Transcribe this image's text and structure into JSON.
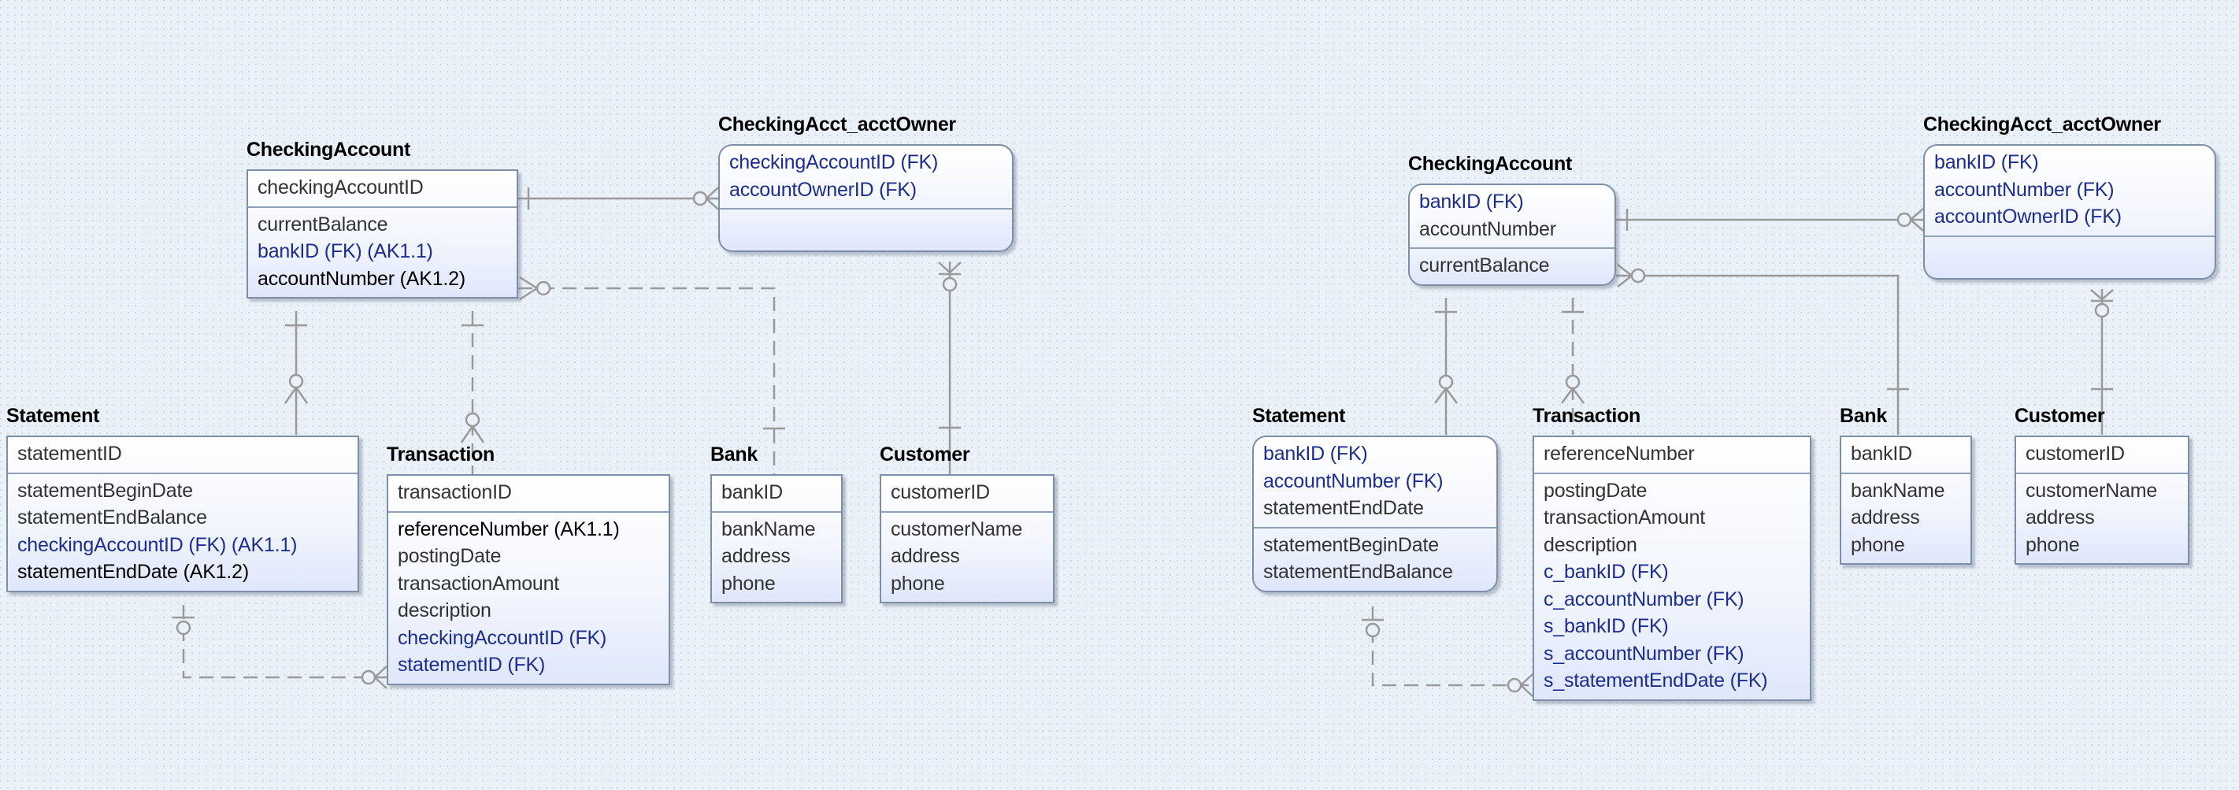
{
  "colors": {
    "background": "#eaf1f8",
    "fk_text": "#1c2d92",
    "line": "#9a9a9a",
    "border": "#7d8ea8"
  },
  "left_model": {
    "checking_account": {
      "title": "CheckingAccount",
      "key": [
        "checkingAccountID"
      ],
      "attrs": [
        "currentBalance",
        "bankID (FK) (AK1.1)",
        "accountNumber (AK1.2)"
      ]
    },
    "checking_acct_owner": {
      "title": "CheckingAcct_acctOwner",
      "key": [
        "checkingAccountID (FK)",
        "accountOwnerID (FK)"
      ],
      "attrs": []
    },
    "statement": {
      "title": "Statement",
      "key": [
        "statementID"
      ],
      "attrs": [
        "statementBeginDate",
        "statementEndBalance",
        "checkingAccountID (FK) (AK1.1)",
        "statementEndDate (AK1.2)"
      ]
    },
    "transaction": {
      "title": "Transaction",
      "key": [
        "transactionID"
      ],
      "attrs": [
        "referenceNumber (AK1.1)",
        "postingDate",
        "transactionAmount",
        "description",
        "checkingAccountID (FK)",
        "statementID (FK)"
      ]
    },
    "bank": {
      "title": "Bank",
      "key": [
        "bankID"
      ],
      "attrs": [
        "bankName",
        "address",
        "phone"
      ]
    },
    "customer": {
      "title": "Customer",
      "key": [
        "customerID"
      ],
      "attrs": [
        "customerName",
        "address",
        "phone"
      ]
    }
  },
  "right_model": {
    "checking_account": {
      "title": "CheckingAccount",
      "key": [
        "bankID (FK)",
        "accountNumber"
      ],
      "attrs": [
        "currentBalance"
      ]
    },
    "checking_acct_owner": {
      "title": "CheckingAcct_acctOwner",
      "key": [
        "bankID (FK)",
        "accountNumber (FK)",
        "accountOwnerID (FK)"
      ],
      "attrs": []
    },
    "statement": {
      "title": "Statement",
      "key": [
        "bankID (FK)",
        "accountNumber (FK)",
        "statementEndDate"
      ],
      "attrs": [
        "statementBeginDate",
        "statementEndBalance"
      ]
    },
    "transaction": {
      "title": "Transaction",
      "key": [
        "referenceNumber"
      ],
      "attrs": [
        "postingDate",
        "transactionAmount",
        "description",
        "c_bankID (FK)",
        "c_accountNumber (FK)",
        "s_bankID (FK)",
        "s_accountNumber (FK)",
        "s_statementEndDate (FK)"
      ]
    },
    "bank": {
      "title": "Bank",
      "key": [
        "bankID"
      ],
      "attrs": [
        "bankName",
        "address",
        "phone"
      ]
    },
    "customer": {
      "title": "Customer",
      "key": [
        "customerID"
      ],
      "attrs": [
        "customerName",
        "address",
        "phone"
      ]
    }
  }
}
